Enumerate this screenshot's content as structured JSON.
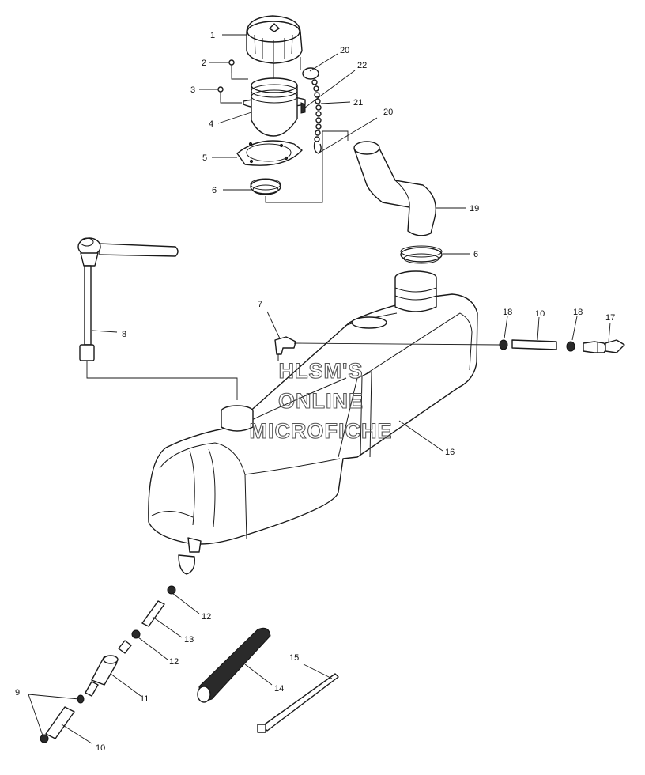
{
  "watermark": {
    "line1": "HLSM'S",
    "line2": "ONLINE",
    "line3": "MICROFICHE"
  },
  "callouts": [
    {
      "id": "1",
      "label": "1"
    },
    {
      "id": "2",
      "label": "2"
    },
    {
      "id": "3",
      "label": "3"
    },
    {
      "id": "4",
      "label": "4"
    },
    {
      "id": "5",
      "label": "5"
    },
    {
      "id": "6a",
      "label": "6"
    },
    {
      "id": "20a",
      "label": "20"
    },
    {
      "id": "22",
      "label": "22"
    },
    {
      "id": "21",
      "label": "21"
    },
    {
      "id": "20b",
      "label": "20"
    },
    {
      "id": "19",
      "label": "19"
    },
    {
      "id": "6b",
      "label": "6"
    },
    {
      "id": "8",
      "label": "8"
    },
    {
      "id": "7",
      "label": "7"
    },
    {
      "id": "18a",
      "label": "18"
    },
    {
      "id": "10a",
      "label": "10"
    },
    {
      "id": "18b",
      "label": "18"
    },
    {
      "id": "17",
      "label": "17"
    },
    {
      "id": "16",
      "label": "16"
    },
    {
      "id": "12a",
      "label": "12"
    },
    {
      "id": "13",
      "label": "13"
    },
    {
      "id": "12b",
      "label": "12"
    },
    {
      "id": "11",
      "label": "11"
    },
    {
      "id": "15",
      "label": "15"
    },
    {
      "id": "14",
      "label": "14"
    },
    {
      "id": "9",
      "label": "9"
    },
    {
      "id": "10b",
      "label": "10"
    }
  ]
}
